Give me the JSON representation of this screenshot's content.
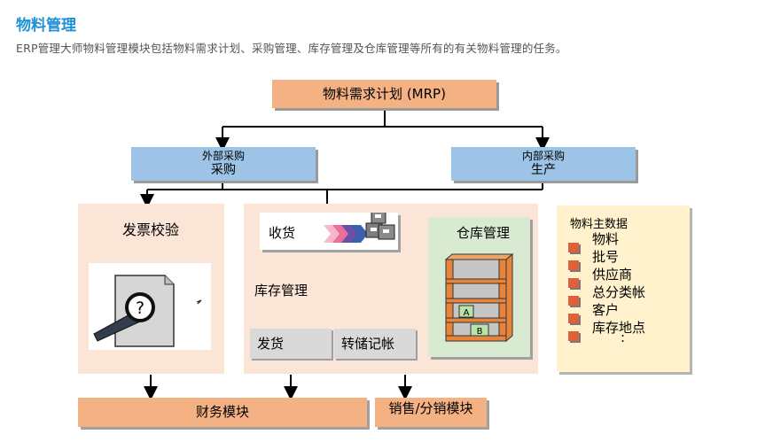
{
  "header": {
    "title": "物料管理",
    "subtitle": "ERP管理大师物料管理模块包括物料需求计划、采购管理、库存管理及仓库管理等所有的有关物料管理的任务。"
  },
  "diagram": {
    "mrp": "物料需求计划 (MRP)",
    "external": {
      "line1": "外部采购",
      "line2": "采购"
    },
    "internal": {
      "line1": "内部采购",
      "line2": "生产"
    },
    "invoice": "发票校验",
    "receive": "收货",
    "stock": "库存管理",
    "issue": "发货",
    "transfer": "转储记帐",
    "warehouse": "仓库管理",
    "shelf_labels": [
      "A",
      "B"
    ],
    "doc_symbol": "?",
    "master": {
      "title": "物料主数据",
      "items": [
        "物料",
        "批号",
        "供应商",
        "总分类帐",
        "客户",
        "库存地点"
      ],
      "more": ":"
    },
    "finance": "财务模块",
    "sales": "销售/分销模块"
  },
  "colors": {
    "title_blue": "#1f8fd6",
    "orange": "#f4b183",
    "blue": "#9dc3e6",
    "peach": "#fbe5d6",
    "green": "#d9ead3",
    "yellow": "#fff2cc",
    "bullet": "#e0603a"
  }
}
